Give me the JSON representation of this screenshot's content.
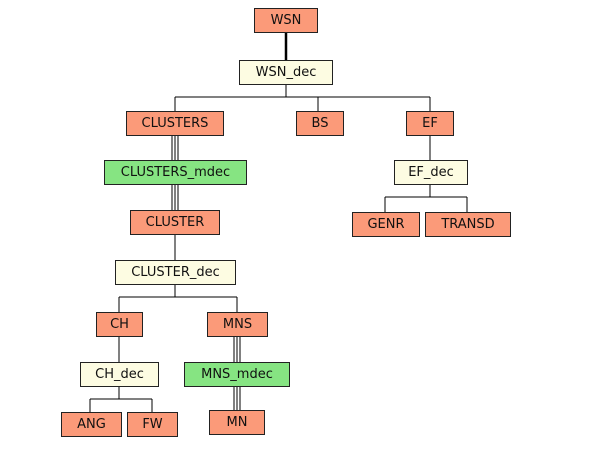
{
  "colors": {
    "feature": "#fb9a79",
    "decomposition": "#fdfce2",
    "mandatory_decomposition": "#86e482",
    "edge": "#000000"
  },
  "nodes": {
    "wsn": "WSN",
    "wsn_dec": "WSN_dec",
    "clusters": "CLUSTERS",
    "bs": "BS",
    "ef": "EF",
    "clusters_mdec": "CLUSTERS_mdec",
    "ef_dec": "EF_dec",
    "cluster": "CLUSTER",
    "genr": "GENR",
    "transd": "TRANSD",
    "cluster_dec": "CLUSTER_dec",
    "ch": "CH",
    "mns": "MNS",
    "ch_dec": "CH_dec",
    "mns_mdec": "MNS_mdec",
    "ang": "ANG",
    "fw": "FW",
    "mn": "MN"
  }
}
